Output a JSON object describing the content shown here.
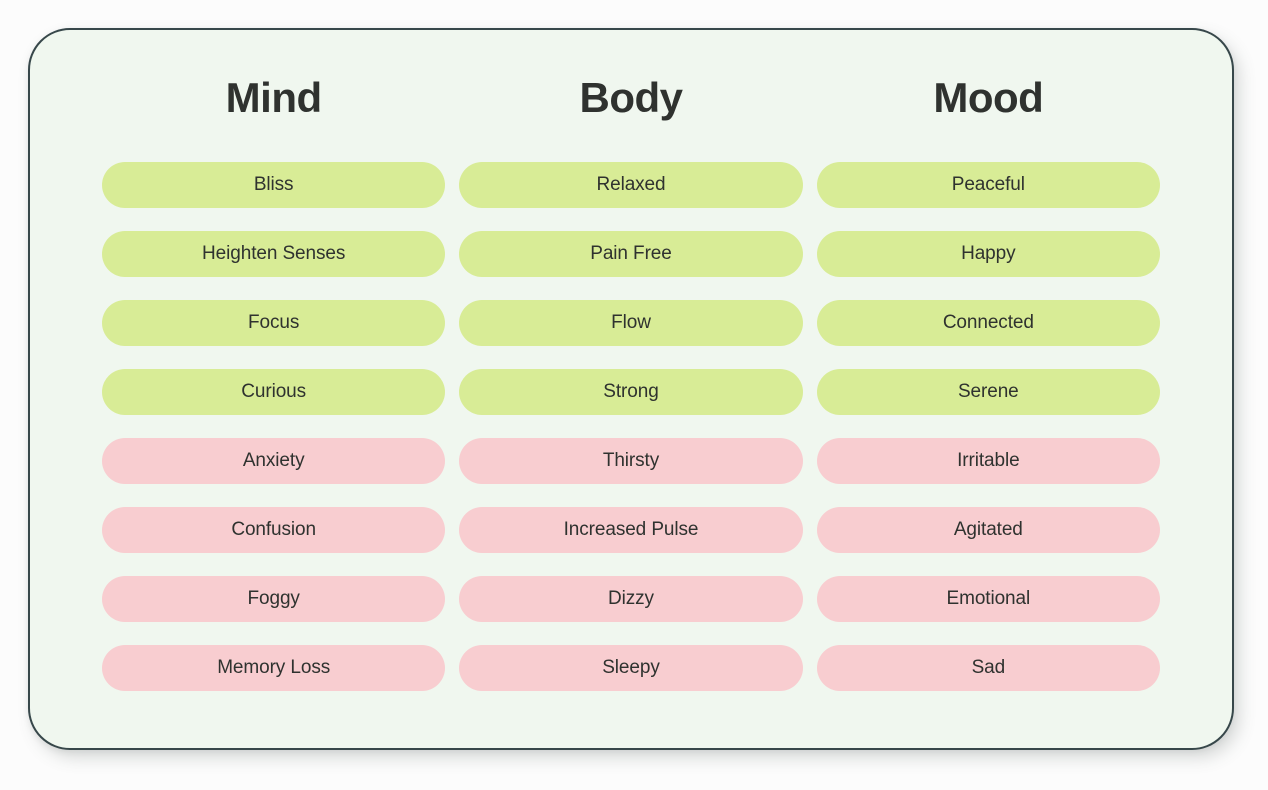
{
  "card": {
    "background_color": "#f0f7ef",
    "border_color": "#37474a",
    "positive_color": "#d8ec96",
    "negative_color": "#f8cdd0",
    "text_color": "#2f322f"
  },
  "columns": [
    {
      "heading": "Mind",
      "items": [
        {
          "label": "Bliss",
          "tone": "positive"
        },
        {
          "label": "Heighten Senses",
          "tone": "positive"
        },
        {
          "label": "Focus",
          "tone": "positive"
        },
        {
          "label": "Curious",
          "tone": "positive"
        },
        {
          "label": "Anxiety",
          "tone": "negative"
        },
        {
          "label": "Confusion",
          "tone": "negative"
        },
        {
          "label": "Foggy",
          "tone": "negative"
        },
        {
          "label": "Memory Loss",
          "tone": "negative"
        }
      ]
    },
    {
      "heading": "Body",
      "items": [
        {
          "label": "Relaxed",
          "tone": "positive"
        },
        {
          "label": "Pain Free",
          "tone": "positive"
        },
        {
          "label": "Flow",
          "tone": "positive"
        },
        {
          "label": "Strong",
          "tone": "positive"
        },
        {
          "label": "Thirsty",
          "tone": "negative"
        },
        {
          "label": "Increased Pulse",
          "tone": "negative"
        },
        {
          "label": "Dizzy",
          "tone": "negative"
        },
        {
          "label": "Sleepy",
          "tone": "negative"
        }
      ]
    },
    {
      "heading": "Mood",
      "items": [
        {
          "label": "Peaceful",
          "tone": "positive"
        },
        {
          "label": "Happy",
          "tone": "positive"
        },
        {
          "label": "Connected",
          "tone": "positive"
        },
        {
          "label": "Serene",
          "tone": "positive"
        },
        {
          "label": "Irritable",
          "tone": "negative"
        },
        {
          "label": "Agitated",
          "tone": "negative"
        },
        {
          "label": "Emotional",
          "tone": "negative"
        },
        {
          "label": "Sad",
          "tone": "negative"
        }
      ]
    }
  ]
}
